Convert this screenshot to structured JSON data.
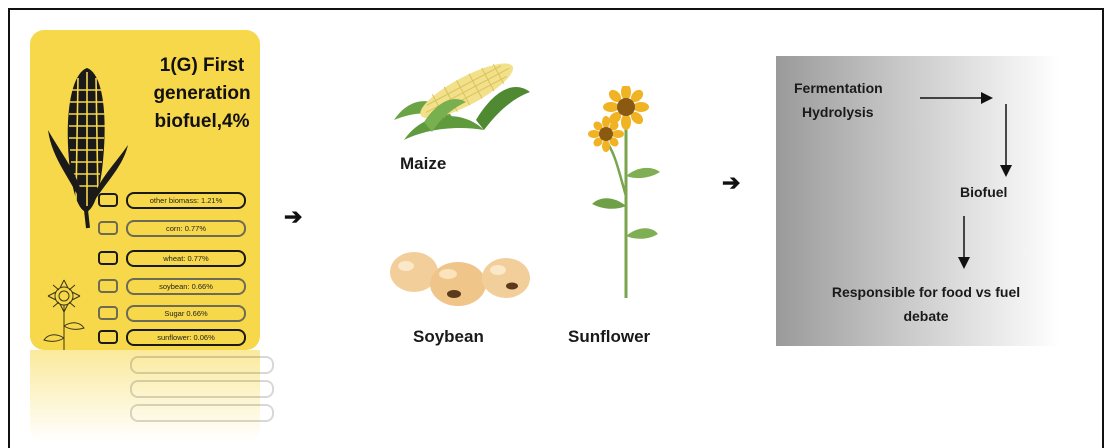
{
  "card": {
    "title": "1(G) First\ngeneration\nbiofuel,4%",
    "rows": [
      "other biomass: 1.21%",
      "corn: 0.77%",
      "wheat: 0.77%",
      "soybean: 0.66%",
      "Sugar 0.66%",
      "sunflower: 0.06%"
    ]
  },
  "crops": {
    "maize": "Maize",
    "soybean": "Soybean",
    "sunflower": "Sunflower"
  },
  "process": {
    "step1": "Fermentation",
    "step2": "Hydrolysis",
    "product": "Biofuel",
    "note_line1": "Responsible for food vs fuel",
    "note_line2": "debate"
  },
  "arrows": {
    "glyph": "➔"
  },
  "colors": {
    "card": "#f7d84a",
    "maize_kernel": "#f3e08a",
    "maize_leaf": "#5f9a3c",
    "soybean": "#f2cf9a",
    "sunflower_petal": "#f0b323",
    "sunflower_center": "#8a5a12",
    "stem": "#7aa54d"
  }
}
